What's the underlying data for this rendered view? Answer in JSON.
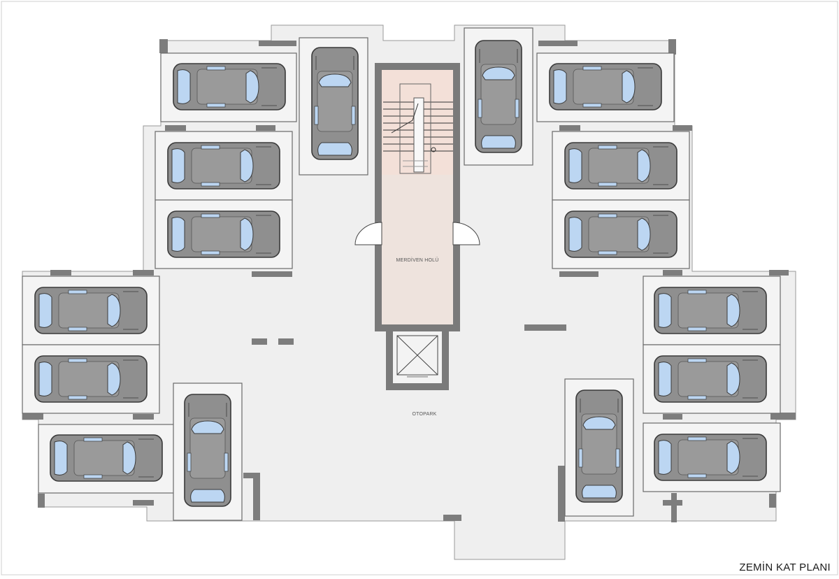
{
  "plan": {
    "title": "ZEMİN KAT PLANI",
    "stair_hall_label": "MERDİVEN HOLÜ",
    "parking_label": "OTOPARK"
  },
  "colors": {
    "background": "#ffffff",
    "floor": "#efefef",
    "bay": "#f4f4f4",
    "bay_outline": "#6a6a6a",
    "wall": "#7d7d7d",
    "core_wall": "#6f6f6f",
    "stair_fill": "#f3dcd1",
    "car_body": "#8f8f8f",
    "car_roof": "#9d9d9d",
    "car_glass": "#bcd6f2",
    "car_outline": "#3a3a3a"
  },
  "icons": {
    "car": "car-top-view-icon",
    "stair": "staircase-icon",
    "elevator": "elevator-shaft-icon",
    "door": "door-swing-icon"
  }
}
